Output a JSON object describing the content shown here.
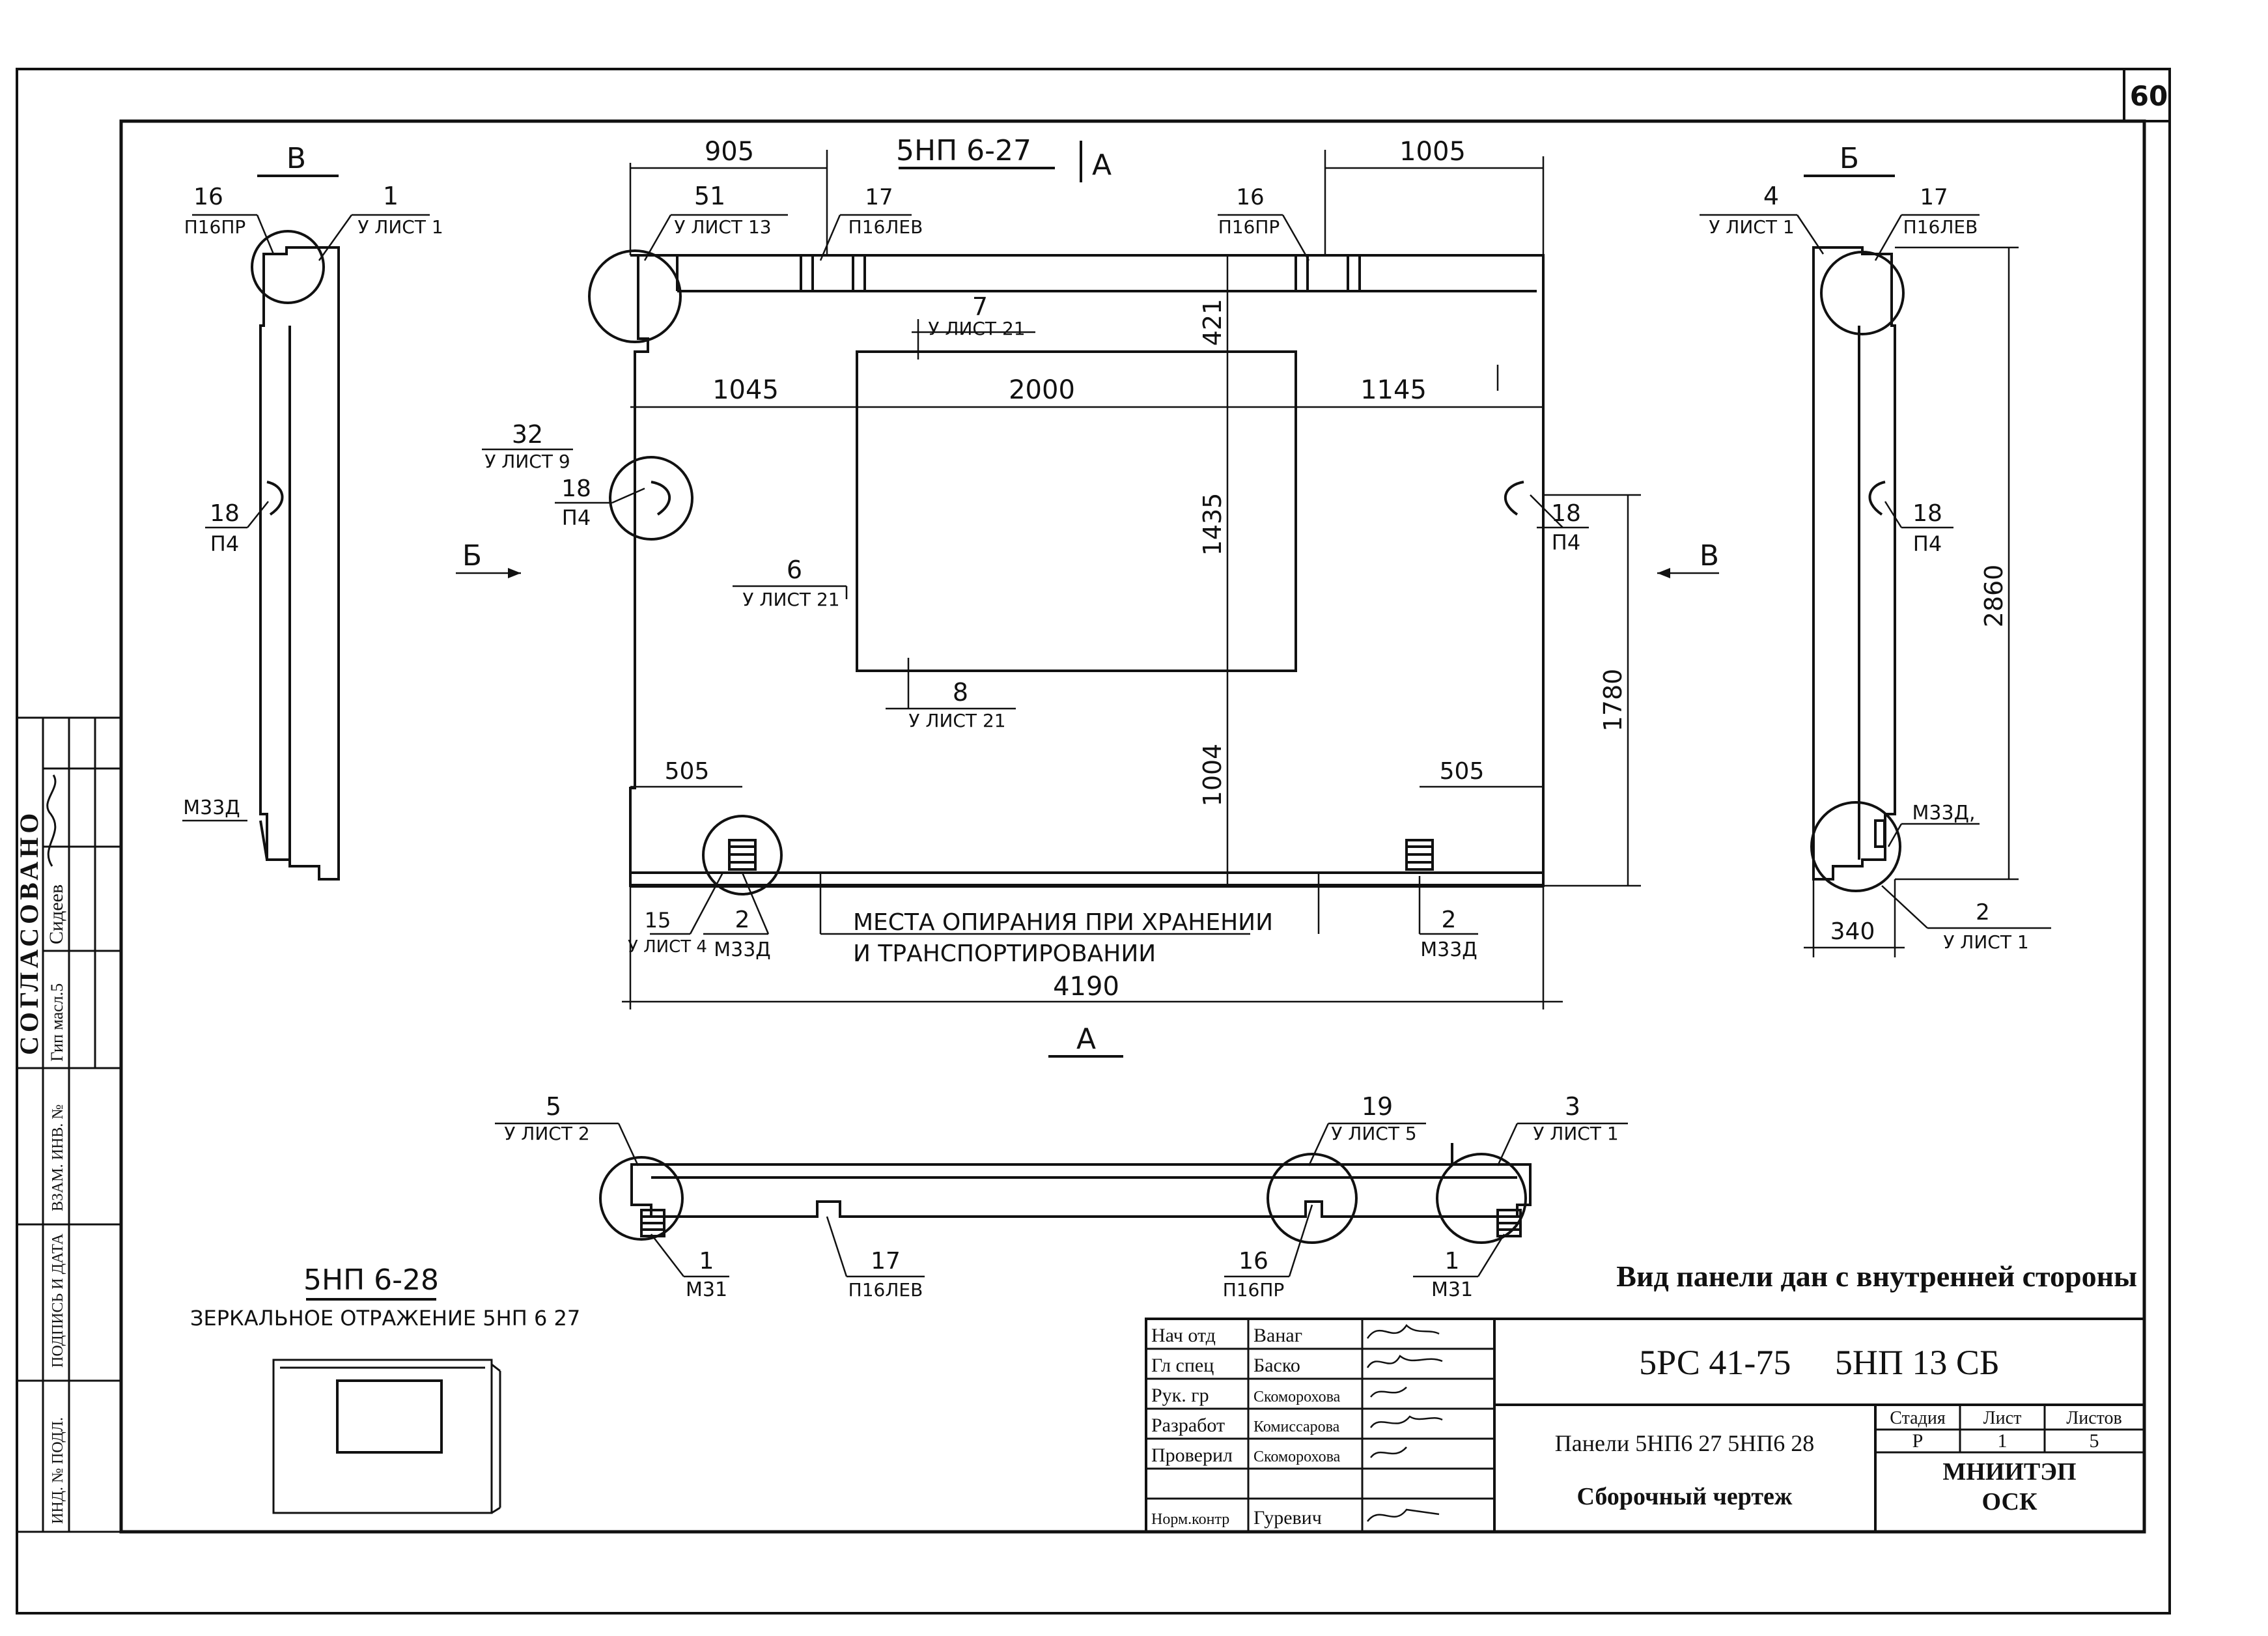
{
  "page_number": "60",
  "main_view": {
    "title": "5НП 6-27",
    "section_mark_a": "А",
    "dims": {
      "top_left": "905",
      "top_right": "1005",
      "left": "1045",
      "middle": "2000",
      "right": "1145",
      "v_top": "421",
      "v_mid": "1435",
      "v_bottom": "1004",
      "v_total": "1780",
      "bottom_left": "505",
      "bottom_right": "505",
      "total": "4190"
    },
    "callouts": {
      "c51": "51",
      "c51s": "У ЛИСТ 13",
      "c17": "17",
      "c17s": "П16ЛЕВ",
      "c16": "16",
      "c16s": "П16ПР",
      "c7": "7",
      "c7s": "У ЛИСТ 21",
      "c32": "32",
      "c32s": "У ЛИСТ 9",
      "c18l": "18",
      "c18ls": "П4",
      "c18r": "18",
      "c18rs": "П4",
      "c6": "6",
      "c6s": "У ЛИСТ 21",
      "c8": "8",
      "c8s": "У ЛИСТ 21",
      "c15": "15",
      "c15s": "У ЛИСТ 4",
      "c2l": "2",
      "c2ls": "М33Д",
      "c2r": "2",
      "c2rs": "М33Д"
    },
    "support_note_1": "МЕСТА ОПИРАНИЯ ПРИ ХРАНЕНИИ",
    "support_note_2": "И ТРАНСПОРТИРОВАНИИ",
    "arrow_b_left": "Б",
    "arrow_v_right": "В",
    "bottom_section": "А"
  },
  "left_view": {
    "title": "В",
    "c16": "16",
    "c16s": "П16ПР",
    "c1": "1",
    "c1s": "У ЛИСТ 1",
    "c18": "18",
    "c18s": "П4",
    "m33": "М33Д"
  },
  "right_view": {
    "title": "Б",
    "c4": "4",
    "c4s": "У ЛИСТ 1",
    "c17": "17",
    "c17s": "П16ЛЕВ",
    "c18": "18",
    "c18s": "П4",
    "m33": "М33Д,",
    "c2": "2",
    "c2s": "У ЛИСТ 1",
    "dim_height": "2860",
    "dim_width": "340"
  },
  "bottom_view": {
    "c5": "5",
    "c5s": "У ЛИСТ 2",
    "c19": "19",
    "c19s": "У ЛИСТ 5",
    "c3": "3",
    "c3s": "У ЛИСТ 1",
    "c1l": "1",
    "c1ls": "М31",
    "c17": "17",
    "c17s": "П16ЛЕВ",
    "c16": "16",
    "c16s": "П16ПР",
    "c1r": "1",
    "c1rs": "М31"
  },
  "mirror_note": {
    "title": "5НП 6-28",
    "text": "ЗЕРКАЛЬНОЕ ОТРАЖЕНИЕ 5НП 6 27"
  },
  "view_note": "Вид панели дан с внутренней стороны",
  "side_stamp": {
    "agreed": "СОГЛАСОВАНО",
    "gip": "Гип масл.5",
    "name": "Сидеев",
    "inv_orig": "ИНД. № ПОДЛ.",
    "sign_date": "ПОДПИСЬ И ДАТА",
    "inv_replace": "ВЗАМ. ИНВ. №"
  },
  "title_block": {
    "roles": [
      {
        "role": "Нач отд",
        "name": "Ванаг"
      },
      {
        "role": "Гл спец",
        "name": "Баско"
      },
      {
        "role": "Рук. гр",
        "name": "Скоморохова"
      },
      {
        "role": "Разработ",
        "name": "Комиссарова"
      },
      {
        "role": "Проверил",
        "name": "Скоморохова"
      },
      {
        "role": "",
        "name": ""
      },
      {
        "role": "Норм.контр",
        "name": "Гуревич"
      }
    ],
    "code": "5РС 41-75     5НП 13 СБ",
    "product": "Панели 5НП6 27 5НП6 28",
    "doc_type": "Сборочный чертеж",
    "stage_label": "Стадия",
    "sheet_label": "Лист",
    "sheets_label": "Листов",
    "stage": "Р",
    "sheet": "1",
    "sheets": "5",
    "org1": "МНИИТЭП",
    "org2": "ОСК"
  }
}
